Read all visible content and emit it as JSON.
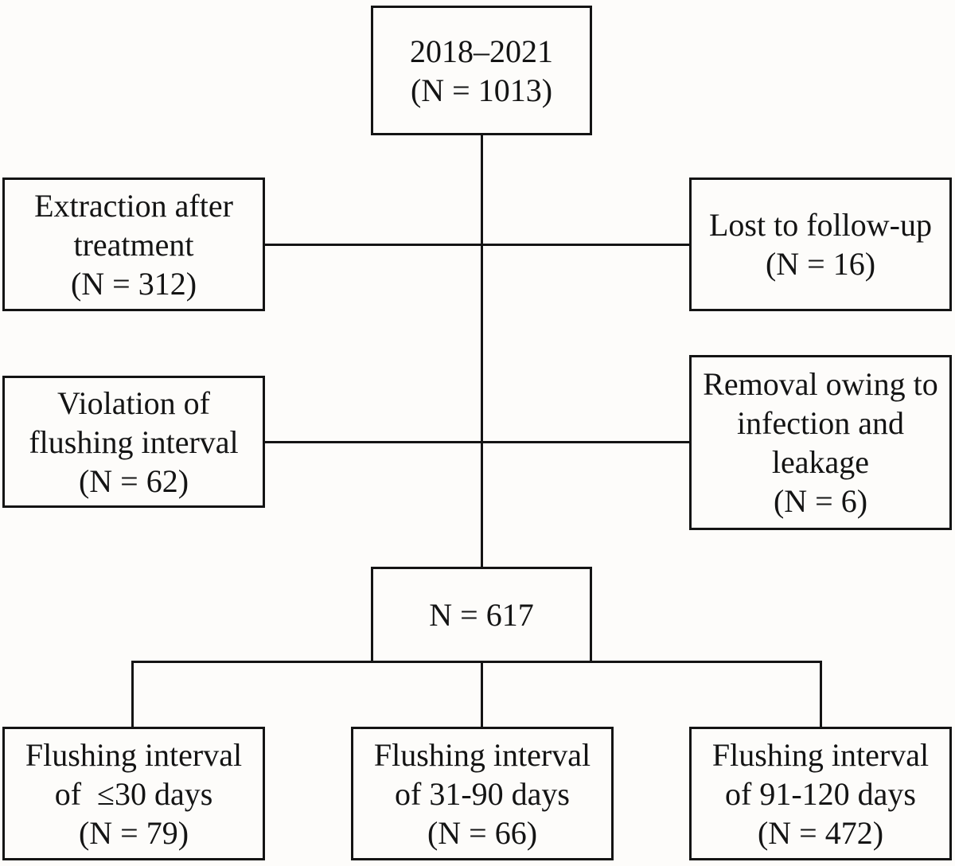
{
  "colors": {
    "line": "#141414",
    "background": "#fdfcfa",
    "text": "#141414"
  },
  "nodes": {
    "top": {
      "lines": [
        "2018–2021",
        "(N = 1013)"
      ]
    },
    "extraction": {
      "lines": [
        "Extraction after",
        "treatment",
        "(N = 312)"
      ]
    },
    "lost": {
      "lines": [
        "Lost to follow-up",
        "(N = 16)"
      ]
    },
    "violation": {
      "lines": [
        "Violation of",
        "flushing interval",
        "(N = 62)"
      ]
    },
    "removal": {
      "lines": [
        "Removal owing to",
        "infection and",
        "leakage",
        "(N = 6)"
      ]
    },
    "included": {
      "lines": [
        "N = 617"
      ]
    },
    "flush_30": {
      "lines": [
        "Flushing interval",
        "of  ≤30 days",
        "(N = 79)"
      ]
    },
    "flush_31_90": {
      "lines": [
        "Flushing interval",
        "of 31-90 days",
        "(N = 66)"
      ]
    },
    "flush_91_120": {
      "lines": [
        "Flushing interval",
        "of 91-120 days",
        "(N = 472)"
      ]
    }
  }
}
